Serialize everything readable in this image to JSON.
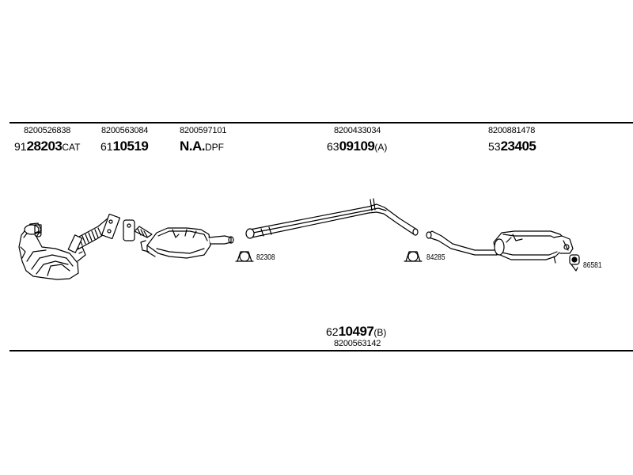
{
  "parts": [
    {
      "ref": "8200526838",
      "prefix": "91",
      "code": "28203",
      "suffix": "CAT"
    },
    {
      "ref": "8200563084",
      "prefix": "61",
      "code": "10519",
      "suffix": ""
    },
    {
      "ref": "8200597101",
      "prefix": "",
      "code": "N.A.",
      "suffix": "DPF"
    },
    {
      "ref": "8200433034",
      "prefix": "63",
      "code": "09109",
      "suffix": "(A)"
    },
    {
      "ref": "8200881478",
      "prefix": "53",
      "code": "23405",
      "suffix": ""
    }
  ],
  "bottom_part": {
    "prefix": "62",
    "code": "10497",
    "suffix": "(B)",
    "ref": "8200563142"
  },
  "clamps": [
    {
      "label": "82308"
    },
    {
      "label": "84285"
    },
    {
      "label": "86581"
    }
  ]
}
